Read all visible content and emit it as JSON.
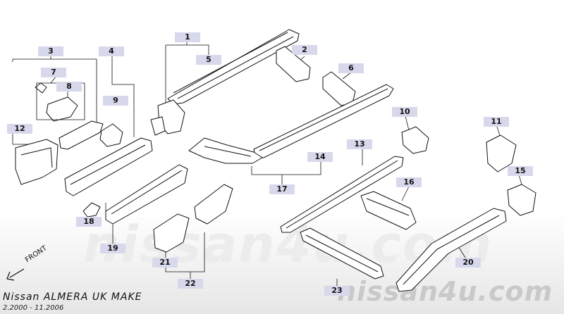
{
  "watermark_main": "nissan4u.com",
  "watermark_corner": "nissan4u.com",
  "caption_title": "Nissan ALMERA UK MAKE",
  "caption_dates": "2.2000 - 11.2006",
  "front_label": "FRONT",
  "callouts": [
    "1",
    "2",
    "3",
    "4",
    "5",
    "6",
    "7",
    "8",
    "9",
    "10",
    "11",
    "12",
    "13",
    "14",
    "15",
    "16",
    "17",
    "19",
    "18",
    "20",
    "21",
    "22",
    "23"
  ]
}
